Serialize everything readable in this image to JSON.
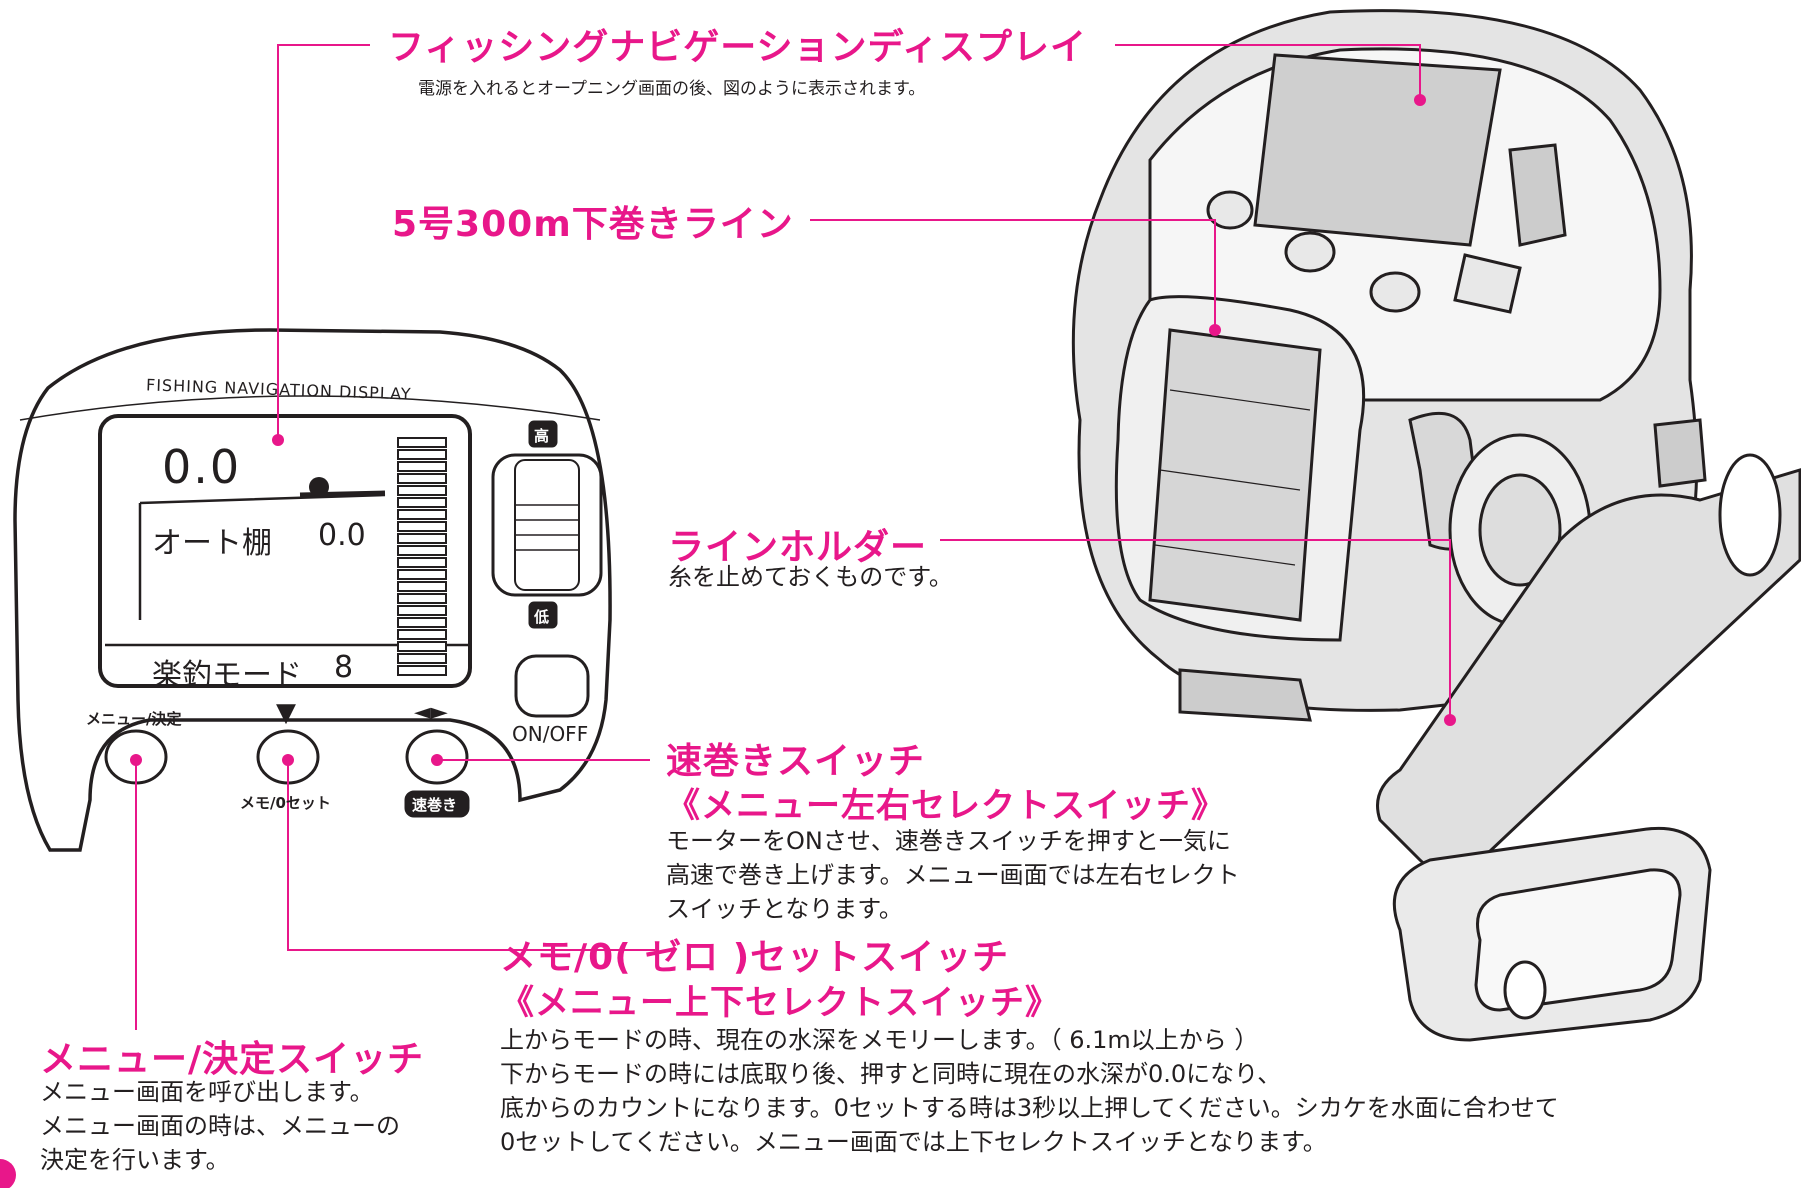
{
  "colors": {
    "accent": "#e8178a",
    "ink": "#231f20",
    "body_gray": "#d9d9d9"
  },
  "top_display": {
    "title": "フィッシングナビゲーションディスプレイ",
    "desc": "電源を入れるとオープニング画面の後、図のように表示されます。"
  },
  "line": {
    "title": "5号300m下巻きライン"
  },
  "line_holder": {
    "title": "ラインホルダー",
    "desc": "糸を止めておくものです。"
  },
  "fast_switch": {
    "title": "速巻きスイッチ",
    "subtitle": "《メニュー左右セレクトスイッチ》",
    "desc": [
      "モーターをONさせ、速巻きスイッチを押すと一気に",
      "高速で巻き上げます。メニュー画面では左右セレクト",
      "スイッチとなります。"
    ]
  },
  "memo_switch": {
    "title": "メモ/0( ゼロ )セットスイッチ",
    "subtitle": "《メニュー上下セレクトスイッチ》",
    "desc": [
      "上からモードの時、現在の水深をメモリーします。（ 6.1m以上から ）",
      "下からモードの時には底取り後、押すと同時に現在の水深が0.0になり、",
      "底からのカウントになります。0セットする時は3秒以上押してください。シカケを水面に合わせて",
      "0セットしてください。メニュー画面では上下セレクトスイッチとなります。"
    ]
  },
  "menu_switch": {
    "title": "メニュー/決定スイッチ",
    "desc": [
      "メニュー画面を呼び出します。",
      "メニュー画面の時は、メニューの",
      "決定を行います。"
    ]
  },
  "panel": {
    "brand": "FISHING NAVIGATION DISPLAY",
    "depth": "0.0",
    "auto_tana_label": "オート棚",
    "auto_tana_value": "0.0",
    "mode_label": "楽釣モード",
    "mode_value": "8",
    "high": "高",
    "low": "低",
    "onoff": "ON/OFF",
    "btn_menu": "メニュー/決定",
    "btn_down": "▼",
    "btn_lr": "◄►",
    "btn_memo": "メモ/0セット",
    "btn_fast": "速巻き"
  }
}
